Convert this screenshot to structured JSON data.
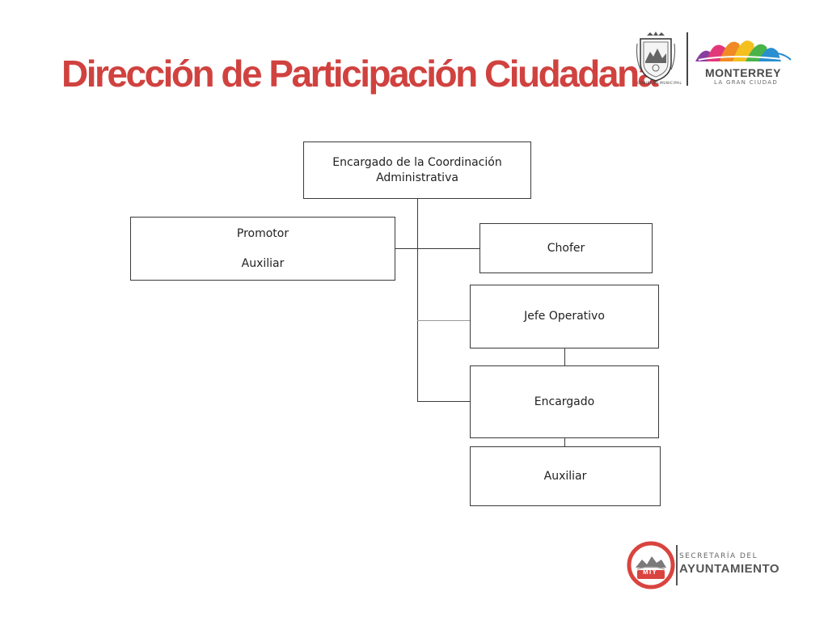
{
  "slide": {
    "title": "Dirección de Participación Ciudadana"
  },
  "logos": {
    "gobierno": "GOBIERNO MUNICIPAL",
    "city": "MONTERREY",
    "city_tagline": "LA GRAN CIUDAD",
    "secretaria_small": "SECRETARÍA DEL",
    "secretaria_big": "AYUNTAMIENTO",
    "badge": "MTY"
  },
  "org": {
    "coordinacion": {
      "line1": "Encargado de la Coordinación",
      "line2": "Administrativa"
    },
    "promotor": {
      "line1": "Promotor",
      "line2": "Auxiliar"
    },
    "chofer": "Chofer",
    "jefe_operativo": "Jefe Operativo",
    "encargado": "Encargado",
    "auxiliar": "Auxiliar"
  },
  "colors": {
    "title": "#d0423f",
    "seal_red": "#d9443f",
    "border": "#3a3a3a"
  }
}
